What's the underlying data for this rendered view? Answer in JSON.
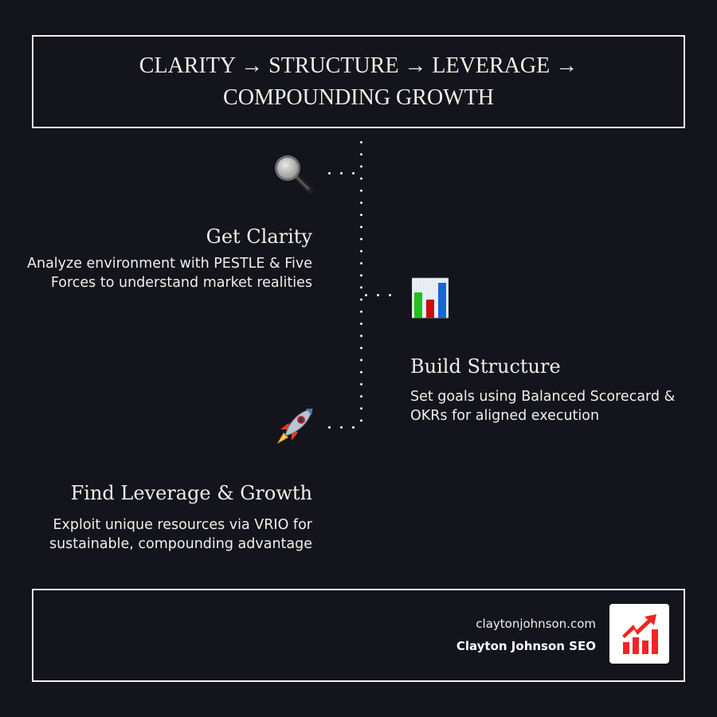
{
  "header": {
    "title": "CLARITY → STRUCTURE → LEVERAGE → COMPOUNDING GROWTH"
  },
  "steps": [
    {
      "icon": "magnifying-glass-icon",
      "title": "Get Clarity",
      "description": "Analyze environment with PESTLE & Five Forces to understand market realities",
      "side": "left"
    },
    {
      "icon": "bar-chart-icon",
      "title": "Build Structure",
      "description": "Set goals using Balanced Scorecard & OKRs for aligned execution",
      "side": "right"
    },
    {
      "icon": "rocket-icon",
      "title": "Find Leverage & Growth",
      "description": "Exploit unique resources via VRIO for sustainable, compounding advantage",
      "side": "left"
    }
  ],
  "footer": {
    "url": "claytonjohnson.com",
    "brand": "Clayton Johnson SEO",
    "logo_icon": "growth-chart-logo-icon"
  },
  "colors": {
    "background": "#13141c",
    "text": "#f2efe8",
    "logo_red": "#f02424",
    "chart_green": "#22c01c",
    "chart_red": "#cc0c0c",
    "chart_blue": "#1a64d6"
  }
}
